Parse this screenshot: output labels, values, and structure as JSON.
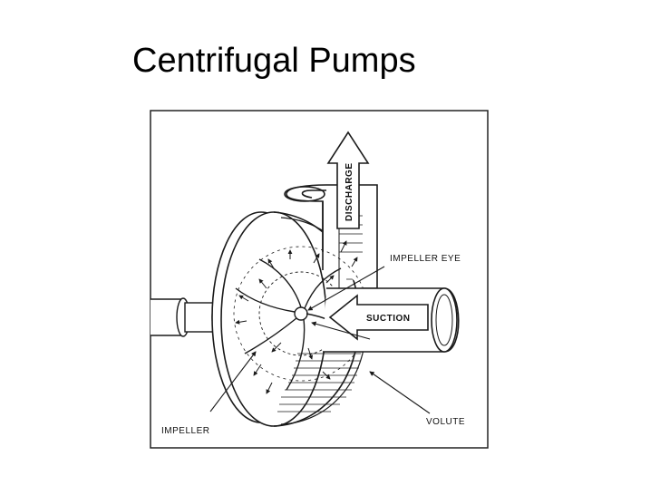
{
  "slide": {
    "title": "Centrifugal Pumps"
  },
  "diagram": {
    "labels": {
      "discharge": "DISCHARGE",
      "impeller_eye": "IMPELLER  EYE",
      "suction": "SUCTION",
      "impeller": "IMPELLER",
      "volute": "VOLUTE"
    },
    "colors": {
      "line": "#1a1a1a",
      "frame": "#222222",
      "background": "#ffffff"
    }
  }
}
